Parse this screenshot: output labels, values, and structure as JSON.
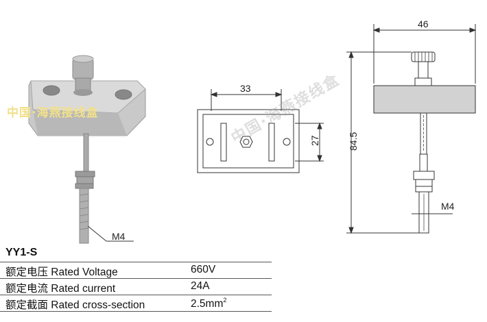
{
  "watermark": {
    "line1": "中国·海燕接线盒",
    "line2": "中国·海燕接线盒"
  },
  "photo": {
    "thread_label": "M4"
  },
  "top_view": {
    "width_dim": "33",
    "height_dim": "27"
  },
  "side_view": {
    "width_dim": "46",
    "height_dim": "84.5",
    "thread_label": "M4"
  },
  "specs": {
    "model": "YY1-S",
    "rows": [
      {
        "label": "额定电压 Rated Voltage",
        "value": "660V",
        "sup": ""
      },
      {
        "label": "额定电流 Rated current",
        "value": "24A",
        "sup": ""
      },
      {
        "label": "额定截面 Rated cross-section",
        "value": "2.5mm",
        "sup": "2"
      }
    ]
  },
  "colors": {
    "line": "#333333",
    "body_fill": "#cfcfcf",
    "watermark_yellow": "#f2e08a"
  }
}
